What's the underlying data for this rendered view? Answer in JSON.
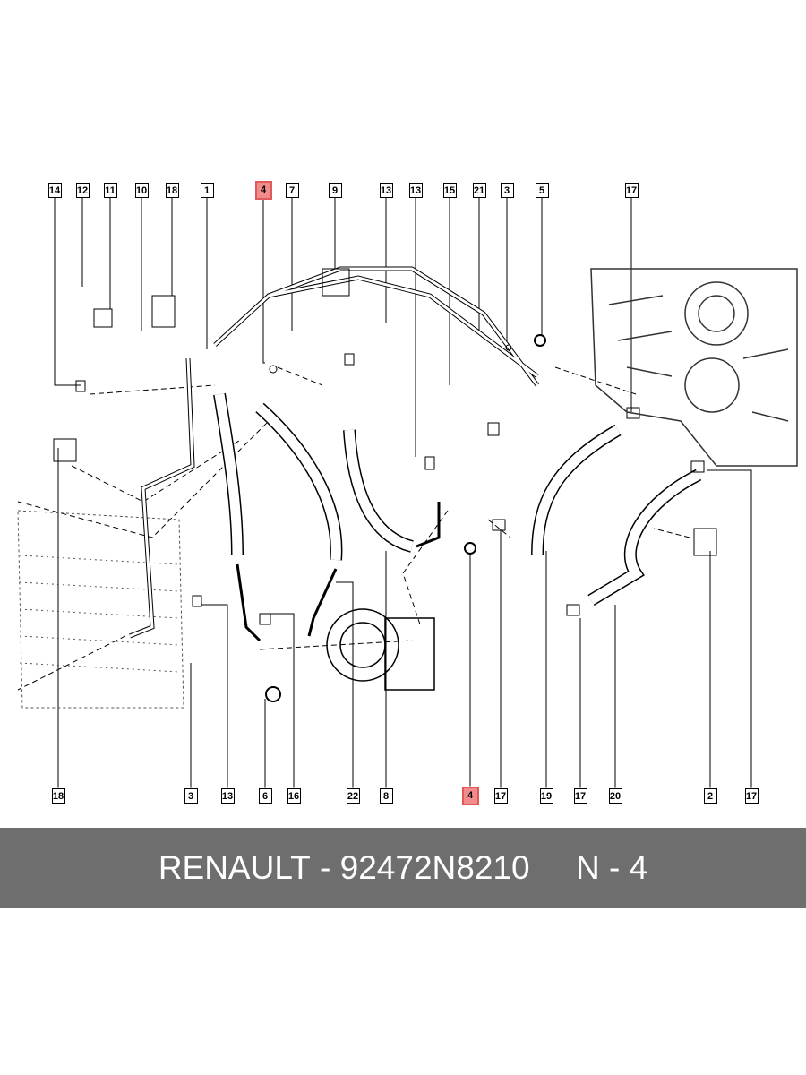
{
  "diagram": {
    "top_callouts": [
      "14",
      "12",
      "11",
      "10",
      "18",
      "1",
      "4",
      "7",
      "9",
      "13",
      "13",
      "15",
      "21",
      "3",
      "5",
      "17"
    ],
    "bottom_callouts": [
      "18",
      "3",
      "13",
      "6",
      "16",
      "22",
      "8",
      "4",
      "17",
      "19",
      "17",
      "20",
      "2",
      "17"
    ],
    "highlighted_part": "4",
    "highlight_color": "#f28b8b"
  },
  "banner": {
    "brand": "RENAULT",
    "separator": " - ",
    "part_number": "92472N8210",
    "position_label": "N - 4",
    "background_color": "#6e6e6e"
  }
}
